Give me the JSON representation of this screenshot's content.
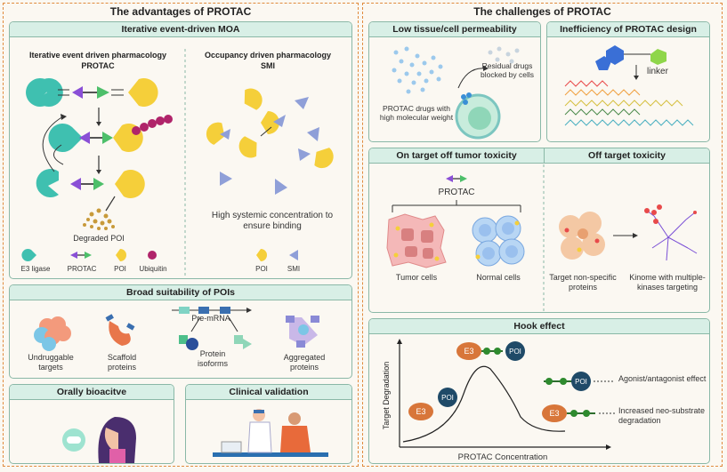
{
  "left": {
    "title": "The advantages of PROTAC",
    "moa": {
      "header": "Iterative event-driven MOA",
      "left_title": "Iterative event driven pharmacology",
      "left_subtitle": "PROTAC",
      "right_title": "Occupancy driven pharmacology",
      "right_subtitle": "SMI",
      "degraded": "Degraded POI",
      "high_conc": "High systemic concentration to ensure binding",
      "legend": [
        "E3 ligase",
        "PROTAC",
        "POI",
        "Ubiquitin"
      ],
      "legend_right": [
        "POI",
        "SMI"
      ]
    },
    "suitability": {
      "header": "Broad suitability of POIs",
      "items": [
        "Undruggable targets",
        "Scaffold proteins",
        "Protein isoforms",
        "Aggregated proteins"
      ],
      "pre_mrna": "Pre-mRNA"
    },
    "oral": {
      "header": "Orally bioacitve"
    },
    "clinical": {
      "header": "Clinical validation"
    }
  },
  "right": {
    "title": "The challenges of PROTAC",
    "permeability": {
      "header": "Low tissue/cell permeability",
      "residual": "Residual drugs blocked by cells",
      "weight": "PROTAC drugs with high molecular weight"
    },
    "design": {
      "header": "Inefficiency of PROTAC design",
      "linker": "linker"
    },
    "toxicity": {
      "on_header": "On target off tumor toxicity",
      "off_header": "Off target  toxicity",
      "protac": "PROTAC",
      "tumor": "Tumor cells",
      "normal": "Normal cells",
      "nonspecific": "Target non-specific proteins",
      "kinome": "Kinome with multiple-kinases targeting"
    },
    "hook": {
      "header": "Hook effect",
      "ylabel": "Target Degradation",
      "xlabel": "PROTAC Concentration",
      "e3": "E3",
      "poi": "POI",
      "agonist": "Agonist/antagonist effect",
      "neo": "Increased neo-substrate degradation"
    }
  },
  "colors": {
    "border": "#e08a3c",
    "header_fill": "#d8efe6",
    "e3": "#3fc0b0",
    "poi": "#f5cf3a",
    "protac_green": "#4dbf6a",
    "protac_purple": "#8a4fd6",
    "ubiquitin": "#b0246a",
    "smi": "#8f9fd8",
    "hook_e3": "#d8763a",
    "hook_poi": "#1f4a68"
  }
}
